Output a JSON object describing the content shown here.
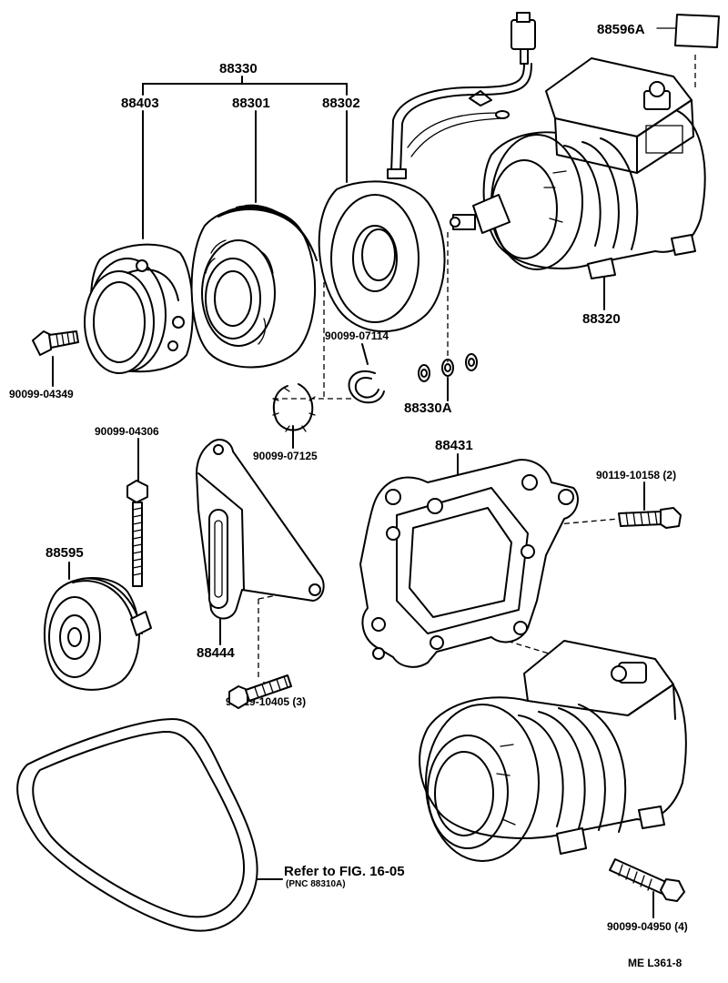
{
  "labels": {
    "assy": "88330",
    "plate": "88403",
    "pulley": "88301",
    "coil": "88302",
    "label_plate": "88596A",
    "compressor": "88320",
    "bolt_front": "90099-04349",
    "snap_ring": "90099-07114",
    "shim_set": "88330A",
    "snap_ring2": "90099-07125",
    "idler_bolt": "90099-04306",
    "idler_pulley": "88595",
    "bracket_adj": "88444",
    "bracket_bolt": "90119-10405 (3)",
    "bracket_main": "88431",
    "bracket_main_bolt": "90119-10158 (2)",
    "belt_ref": "Refer to FIG. 16-05",
    "belt_pnc": "(PNC 88310A)",
    "comp_bolt": "90099-04950 (4)",
    "figure_code": "ME  L361-8"
  }
}
